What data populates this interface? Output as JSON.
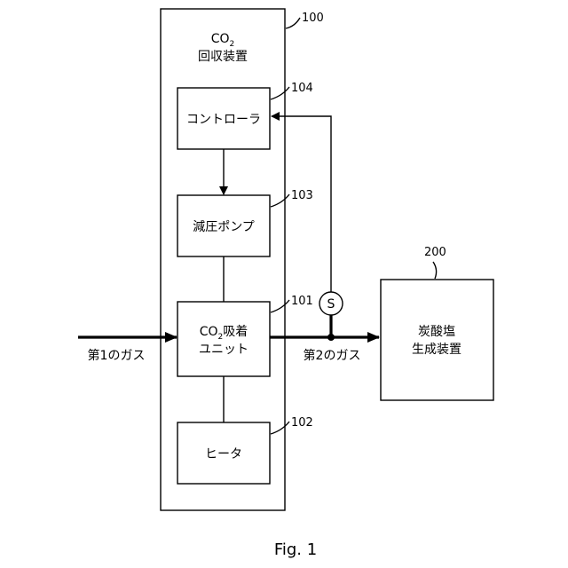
{
  "apparatus": {
    "title_line1": "CO",
    "title_sub": "2",
    "title_line2": "回収装置",
    "ref": "100"
  },
  "controller": {
    "label": "コントローラ",
    "ref": "104"
  },
  "pump": {
    "label": "減圧ポンプ",
    "ref": "103"
  },
  "adsorption_unit": {
    "line1_prefix": "CO",
    "line1_sub": "2",
    "line1_suffix": "吸着",
    "line2": "ユニット",
    "ref": "101"
  },
  "heater": {
    "label": "ヒータ",
    "ref": "102"
  },
  "carbonate_device": {
    "line1": "炭酸塩",
    "line2": "生成装置",
    "ref": "200"
  },
  "sensor": {
    "label": "S"
  },
  "gas_in": {
    "label": "第1のガス"
  },
  "gas_out": {
    "label": "第2のガス"
  },
  "caption": "Fig. 1"
}
